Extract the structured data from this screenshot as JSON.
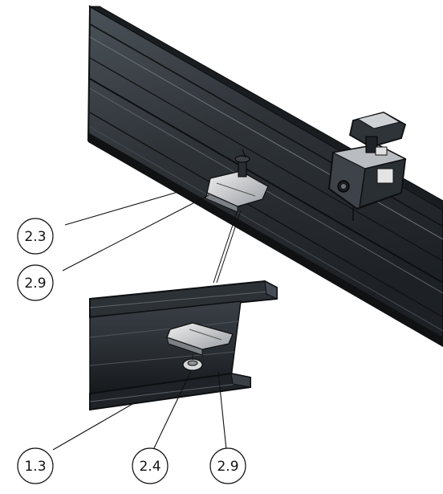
{
  "colors": {
    "rail_dark": "#2b3036",
    "rail_mid": "#3f454c",
    "rail_light": "#5d646b",
    "edge_black": "#0d0f11",
    "clamp_light": "#d8d8d8",
    "clamp_mid": "#a9adb1",
    "leader_line": "#111111"
  },
  "callouts": [
    {
      "id": "c1",
      "label": "2.3",
      "target_part": "upper-rail-clamp-edge"
    },
    {
      "id": "c2",
      "label": "2.9",
      "target_part": "upper-rail-clamp"
    },
    {
      "id": "c3",
      "label": "1.3",
      "target_part": "lower-rail-profile"
    },
    {
      "id": "c4",
      "label": "2.4",
      "target_part": "bolt-head"
    },
    {
      "id": "c5",
      "label": "2.9",
      "target_part": "lower-rail-clamp"
    }
  ]
}
